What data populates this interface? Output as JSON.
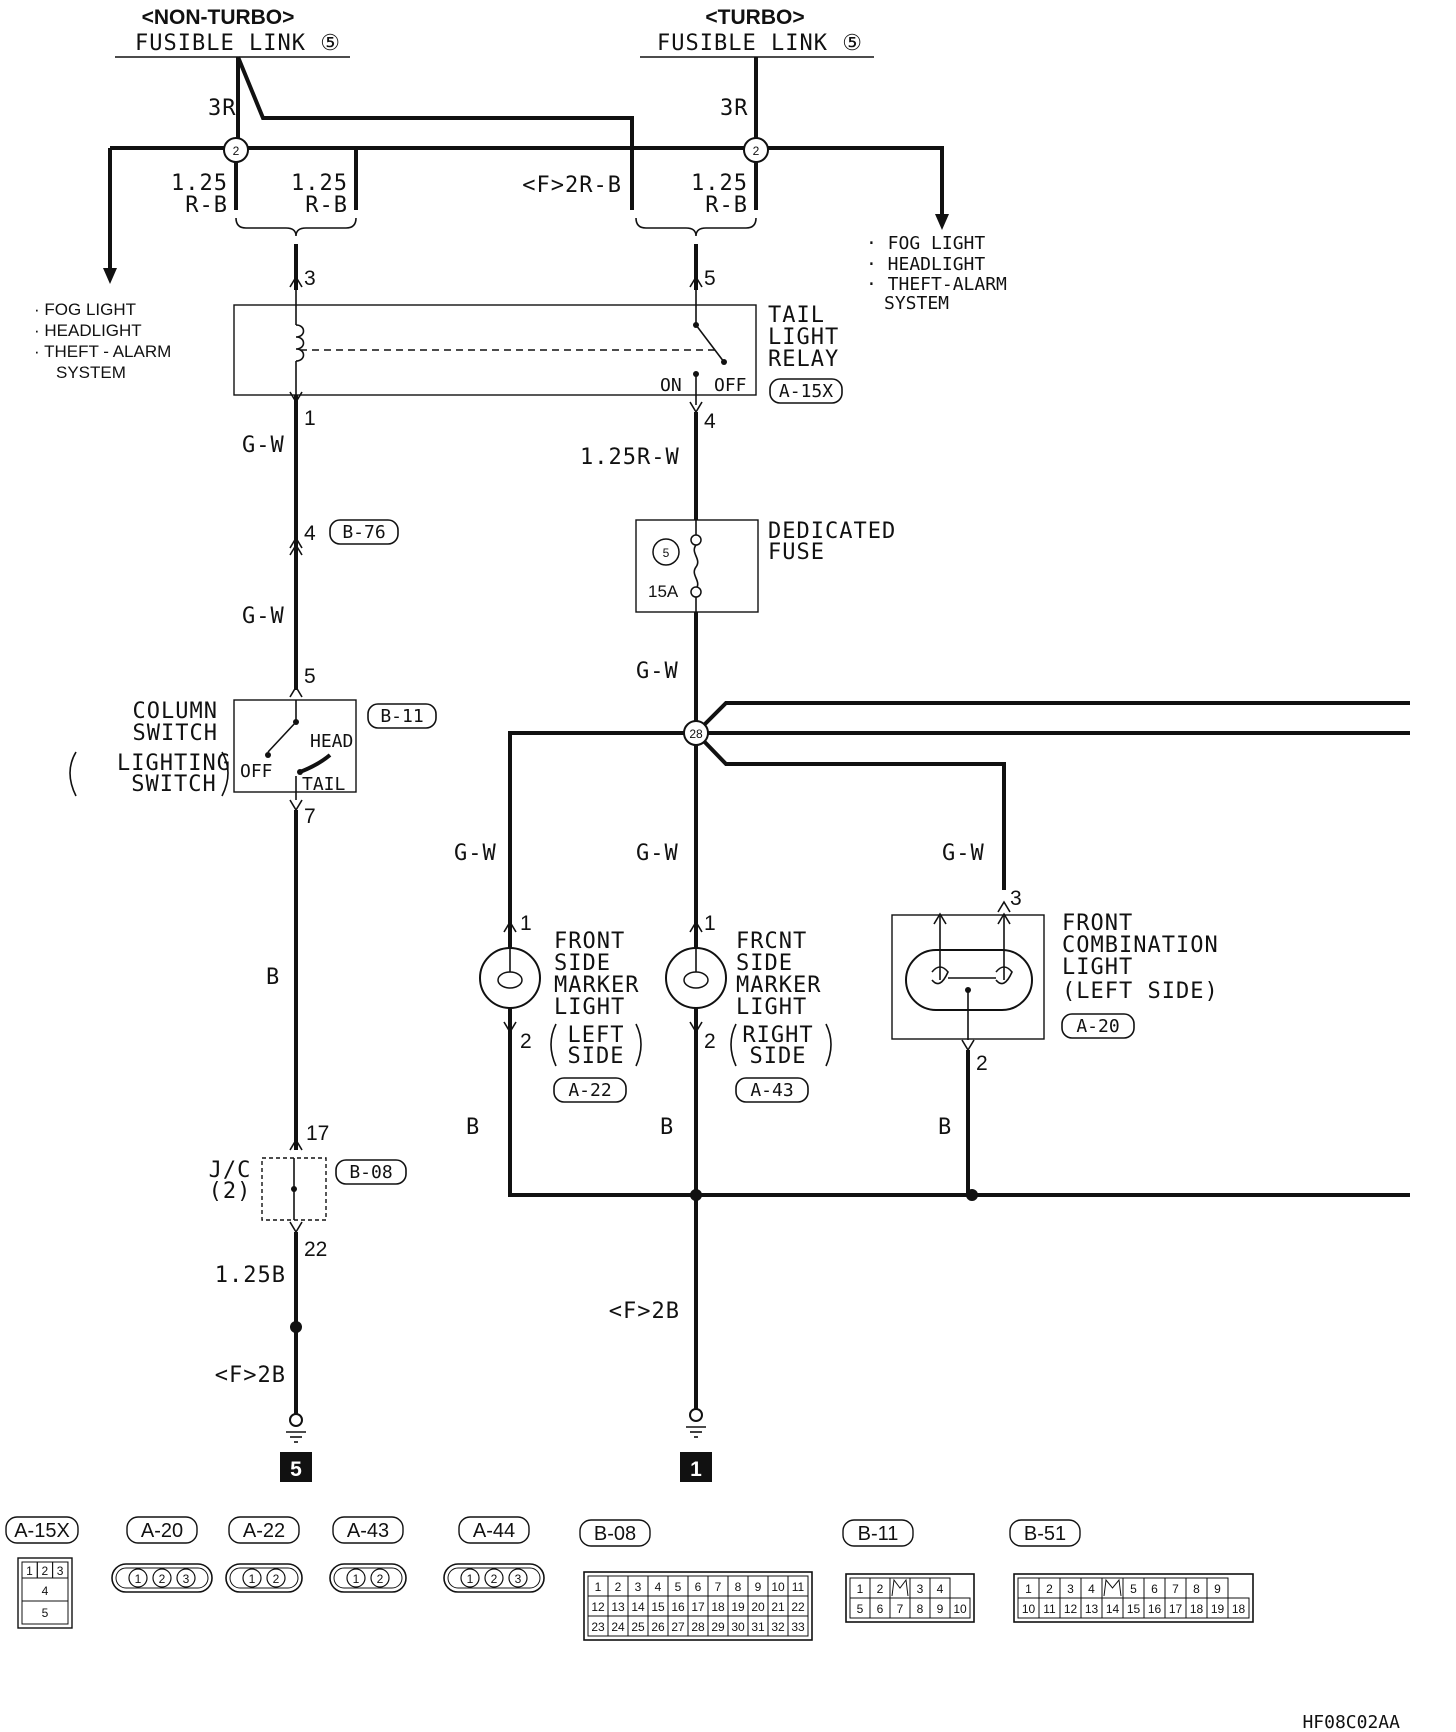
{
  "non_turbo": {
    "header": "<NON-TURBO>",
    "fusible_link": "FUSIBLE LINK ⑤",
    "wire_3r": "3R",
    "junction": "2",
    "branch_left": [
      "1.25",
      "R-B"
    ],
    "branch_right": [
      "1.25",
      "R-B"
    ]
  },
  "turbo": {
    "header": "<TURBO>",
    "fusible_link": "FUSIBLE LINK ⑤",
    "wire_3r": "3R",
    "junction": "2",
    "branch_f": "<F>2R-B",
    "branch_right": [
      "1.25",
      "R-B"
    ]
  },
  "notes_left": [
    "· FOG LIGHT",
    "· HEADLIGHT",
    "· THEFT - ALARM",
    "SYSTEM"
  ],
  "notes_right": [
    "· FOG LIGHT",
    "· HEADLIGHT",
    "· THEFT-ALARM",
    "SYSTEM"
  ],
  "tail_relay": {
    "label": [
      "TAIL",
      "LIGHT",
      "RELAY"
    ],
    "connector": "A-15X",
    "on": "ON",
    "off": "OFF",
    "pin_3": "3",
    "pin_5": "5",
    "pin_1": "1",
    "pin_4": "4"
  },
  "left_chain": {
    "wire_gw_1": "G-W",
    "pin_4": "4",
    "connector_b76": "B-76",
    "wire_gw_2": "G-W",
    "pin_5": "5",
    "pin_7": "7",
    "wire_b": "B",
    "pin_17": "17",
    "pin_22": "22",
    "wire_125b": "1.25B",
    "wire_f2b": "<F>2B",
    "ground": "5"
  },
  "column_switch": {
    "label": [
      "COLUMN",
      "SWITCH"
    ],
    "sub_label": [
      "LIGHTING",
      "SWITCH"
    ],
    "connector": "B-11",
    "head": "HEAD",
    "off": "OFF",
    "tail": "TAIL"
  },
  "jc": {
    "label": [
      "J/C",
      "(2)"
    ],
    "connector": "B-08"
  },
  "fuse": {
    "label": [
      "DEDICATED",
      "FUSE"
    ],
    "number": "5",
    "rating": "15A"
  },
  "center_chain": {
    "wire_125rw": "1.25R-W",
    "wire_gw_1": "G-W",
    "splice": "28",
    "wire_gw_2": "G-W",
    "wire_b": "B",
    "wire_f2b": "<F>2B",
    "ground": "1"
  },
  "left_marker": {
    "wire_gw": "G-W",
    "pin_1": "1",
    "pin_2": "2",
    "label": [
      "FRONT",
      "SIDE",
      "MARKER",
      "LIGHT"
    ],
    "side": [
      "LEFT",
      "SIDE"
    ],
    "connector": "A-22",
    "wire_b": "B"
  },
  "right_marker": {
    "pin_1": "1",
    "pin_2": "2",
    "label": [
      "FRCNT",
      "SIDE",
      "MARKER",
      "LIGHT"
    ],
    "side": [
      "RIGHT",
      "SIDE"
    ],
    "connector": "A-43"
  },
  "combo_light": {
    "wire_gw": "G-W",
    "pin_3": "3",
    "pin_2": "2",
    "label": [
      "FRONT",
      "COMBINATION",
      "LIGHT",
      "(LEFT SIDE)"
    ],
    "connector": "A-20",
    "wire_b": "B"
  },
  "connectors": [
    {
      "name": "A-15X",
      "pins": [
        "1",
        "2",
        "3",
        "4",
        "5"
      ]
    },
    {
      "name": "A-20",
      "pins": [
        "1",
        "2",
        "3"
      ]
    },
    {
      "name": "A-22",
      "pins": [
        "1",
        "2"
      ]
    },
    {
      "name": "A-43",
      "pins": [
        "1",
        "2"
      ]
    },
    {
      "name": "A-44",
      "pins": [
        "1",
        "2",
        "3"
      ]
    },
    {
      "name": "B-08",
      "rows": [
        [
          "1",
          "2",
          "3",
          "4",
          "5",
          "6",
          "7",
          "8",
          "9",
          "10",
          "11"
        ],
        [
          "12",
          "13",
          "14",
          "15",
          "16",
          "17",
          "18",
          "19",
          "20",
          "21",
          "22"
        ],
        [
          "23",
          "24",
          "25",
          "26",
          "27",
          "28",
          "29",
          "30",
          "31",
          "32",
          "33"
        ]
      ]
    },
    {
      "name": "B-11",
      "rows": [
        [
          "1",
          "2",
          "",
          "3",
          "4"
        ],
        [
          "5",
          "6",
          "7",
          "8",
          "9",
          "10"
        ]
      ]
    },
    {
      "name": "B-51",
      "rows": [
        [
          "1",
          "2",
          "3",
          "4",
          "",
          "5",
          "6",
          "7",
          "8",
          "9"
        ],
        [
          "10",
          "11",
          "12",
          "13",
          "14",
          "15",
          "16",
          "17",
          "18",
          "19",
          "18"
        ]
      ]
    }
  ],
  "figure_code": "HF08C02AA"
}
